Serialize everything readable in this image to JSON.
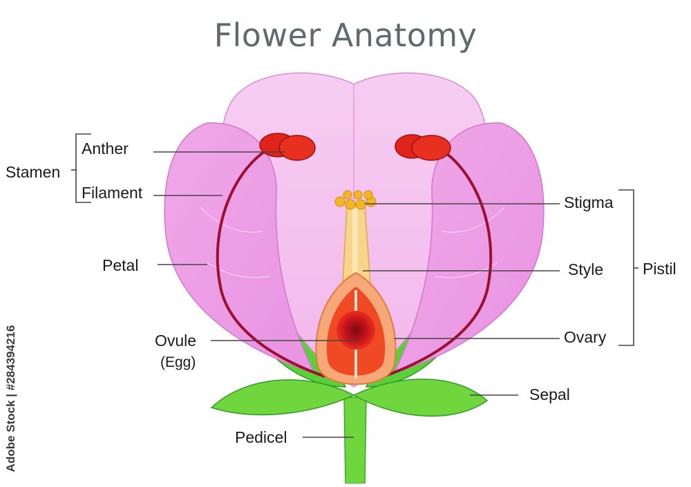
{
  "title": "Flower Anatomy",
  "labels": {
    "anther": "Anther",
    "filament": "Filament",
    "stamen": "Stamen",
    "petal": "Petal",
    "ovule": "Ovule",
    "egg": "(Egg)",
    "pedicel": "Pedicel",
    "stigma": "Stigma",
    "style": "Style",
    "pistil": "Pistil",
    "ovary": "Ovary",
    "sepal": "Sepal"
  },
  "watermark": "Adobe Stock | #284394216",
  "colors": {
    "petal": "#f2b3ea",
    "petal_center": "#f8d6f3",
    "anther": "#e0231b",
    "filament": "#9b1030",
    "stigma": "#f5b621",
    "style": "#f8d58a",
    "ovary": "#f04a25",
    "ovule": "#b5121b",
    "sepal": "#5fcf3a",
    "stem": "#6fd63d",
    "title": "#5f6b6a"
  }
}
